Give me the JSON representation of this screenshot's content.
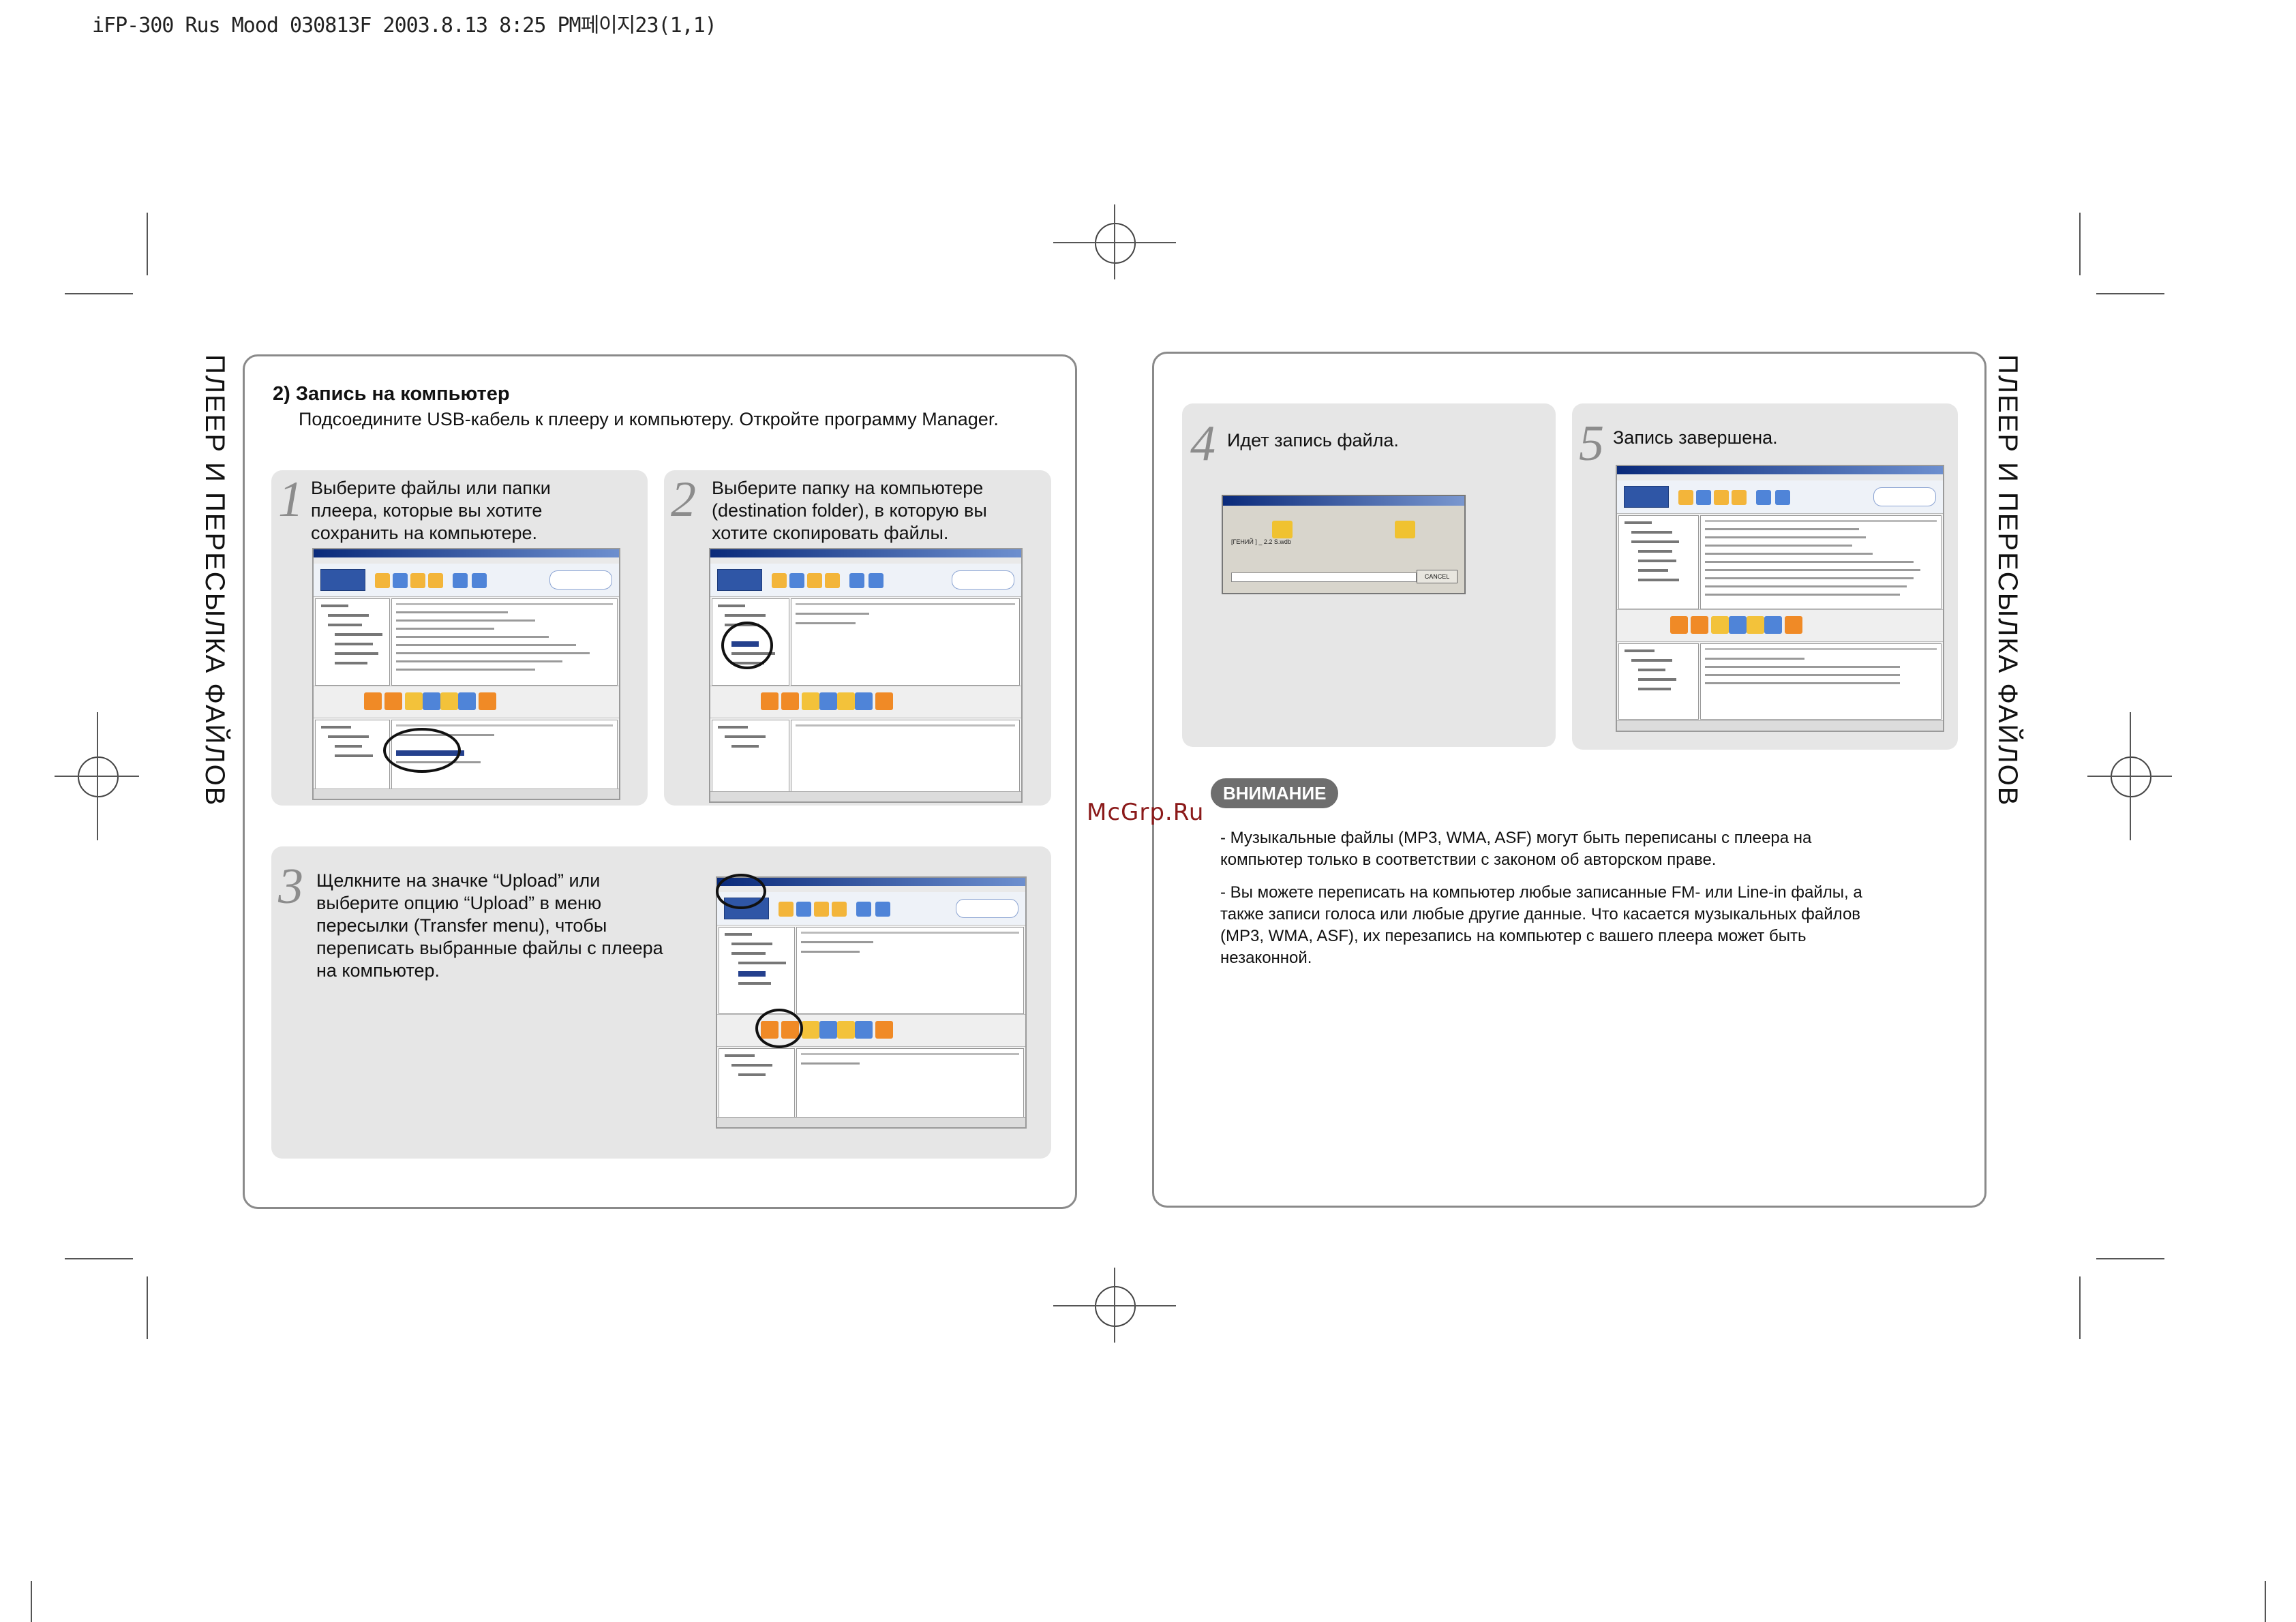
{
  "print_header": "iFP-300 Rus Mood 030813F  2003.8.13 8:25 PM페이지23(1,1)",
  "side_title": "ПЛЕЕР И ПЕРЕСЫЛКА  ФАЙЛОВ",
  "section": {
    "heading": "2) Запись на компьютер",
    "subheading": "Подсоедините USB-кабель к плееру и компьютеру. Откройте программу Manager."
  },
  "steps": [
    {
      "num": "1",
      "text": "Выберите файлы или папки\nплеера, которые вы хотите\nсохранить на компьютере."
    },
    {
      "num": "2",
      "text": "Выберите папку на компьютере\n(destination folder), в которую вы\nхотите скопировать файлы."
    },
    {
      "num": "3",
      "text": "Щелкните на значке “Upload” или\nвыберите опцию “Upload” в меню\nпересылки (Transfer menu), чтобы\nпереписать выбранные файлы с плеера\nна компьютер."
    },
    {
      "num": "4",
      "text": "Идет запись файла."
    },
    {
      "num": "5",
      "text": "Запись завершена."
    }
  ],
  "dialog": {
    "text": "[ГЕНИЙ ] _ 2.2 S.wdb",
    "button": "CANCEL"
  },
  "attention": {
    "badge": "ВНИМАНИЕ",
    "notes": [
      "- Музыкальные  файлы (MP3, WMA, ASF) могут быть переписаны с плеера на\n  компьютер только в соответствии с законом об авторском праве.",
      "- Вы можете переписать на компьютер любые записанные FM- или Line-in файлы, а\n  также записи голоса или любые другие данные. Что касается музыкальных файлов\n  (MP3, WMA, ASF), их перезапись на компьютер с вашего плеера может быть\n  незаконной."
    ]
  },
  "watermark": "McGrp.Ru"
}
